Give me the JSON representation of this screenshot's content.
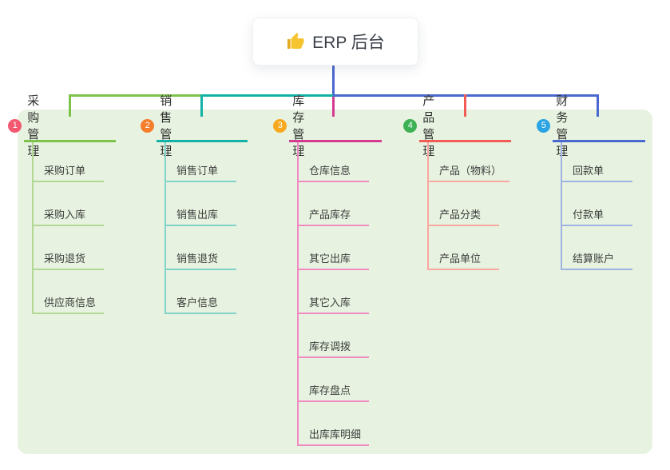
{
  "root": {
    "icon": "thumbs-up-icon",
    "title": "ERP 后台"
  },
  "colors": {
    "panel_background": "#e7f3e0",
    "root_stem_blue": "#4a68cf",
    "branch_lines": [
      "#7cc24b",
      "#12b2a7",
      "#d43a90",
      "#f15c55",
      "#4a68cf"
    ],
    "branch_child_lines": [
      "#b2d893",
      "#82d2ca",
      "#f08ac2",
      "#f8a7a2",
      "#9fb3e2"
    ],
    "badges": [
      "#f2586f",
      "#f57d2c",
      "#f8a81e",
      "#3db154",
      "#2aa4e3"
    ]
  },
  "branches": [
    {
      "num": "1",
      "title": "采购管理",
      "children": [
        "采购订单",
        "采购入库",
        "采购退货",
        "供应商信息"
      ]
    },
    {
      "num": "2",
      "title": "销售管理",
      "children": [
        "销售订单",
        "销售出库",
        "销售退货",
        "客户信息"
      ]
    },
    {
      "num": "3",
      "title": "库存管理",
      "children": [
        "仓库信息",
        "产品库存",
        "其它出库",
        "其它入库",
        "库存调拨",
        "库存盘点",
        "出库库明细"
      ]
    },
    {
      "num": "4",
      "title": "产品管理",
      "children": [
        "产品（物料）",
        "产品分类",
        "产品单位"
      ]
    },
    {
      "num": "5",
      "title": "财务管理",
      "children": [
        "回款单",
        "付款单",
        "结算账户"
      ]
    }
  ]
}
